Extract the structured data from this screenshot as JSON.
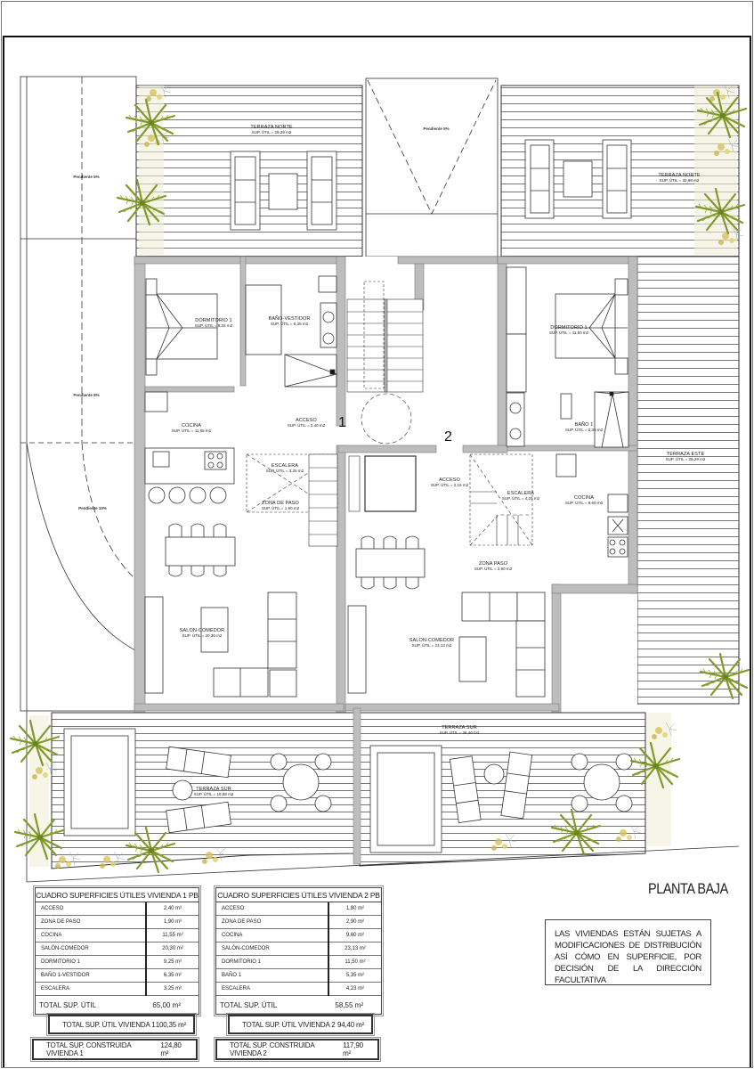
{
  "plan": {
    "title": "PLANTA BAJA",
    "note": "LAS VIVIENDAS ESTÁN SUJETAS A MODIFICACIONES DE DISTRIBUCIÓN ASÍ CÓMO EN SUPERFICIE, POR DECISIÓN DE LA DIRECCIÓN FACULTATIVA",
    "unit_markers": [
      "1",
      "2"
    ],
    "slopes": [
      "Pendiente 5%",
      "Pendiente 8%",
      "Pendiente 10%",
      "Pendiente 5%"
    ],
    "colors": {
      "wall": "#bdbdbd",
      "line": "#333333",
      "vegetation": "#7f9a2a",
      "flower": "#d8c25a"
    }
  },
  "rooms": {
    "v1_terraza_norte": {
      "name": "TERRAZA NORTE",
      "area": "SUP. ÚTIL = 29,29 m2"
    },
    "v2_terraza_norte": {
      "name": "TERRAZA NORTE",
      "area": "SUP. ÚTIL = 32,98 m2"
    },
    "v1_dormitorio": {
      "name": "DORMITORIO 1",
      "area": "SUP. ÚTIL = 9,25 m2"
    },
    "v1_bano": {
      "name": "BAÑO-VESTIDOR",
      "area": "SUP. ÚTIL = 6,35 m2"
    },
    "v1_cocina": {
      "name": "COCINA",
      "area": "SUP. ÚTIL = 11,55 m2"
    },
    "v1_acceso": {
      "name": "ACCESO",
      "area": "SUP. ÚTIL = 2,40 m2"
    },
    "v1_escalera": {
      "name": "ESCALERA",
      "area": "SUP. ÚTIL = 3,25 m2"
    },
    "v1_zona_paso": {
      "name": "ZONA DE PASO",
      "area": "SUP. ÚTIL = 1,90 m2"
    },
    "v1_salon": {
      "name": "SALON-COMEDOR",
      "area": "SUP. ÚTIL = 20,30 m2"
    },
    "v1_terraza_sur": {
      "name": "TERRAZA SUR",
      "area": "SUP. ÚTIL = 19,88 m2"
    },
    "v2_dormitorio": {
      "name": "DORMITORIO 1",
      "area": "SUP. ÚTIL = 11,50 m2"
    },
    "v2_bano": {
      "name": "BAÑO 1",
      "area": "SUP. ÚTIL = 5,35 m2"
    },
    "v2_acceso": {
      "name": "ACCESO",
      "area": "SUP. ÚTIL = 2,15 m2"
    },
    "v2_escalera": {
      "name": "ESCALERA",
      "area": "SUP. ÚTIL = 4,25 m2"
    },
    "v2_cocina": {
      "name": "COCINA",
      "area": "SUP. ÚTIL = 9,60 m2"
    },
    "v2_zona_paso": {
      "name": "ZONA PASO",
      "area": "SUP. ÚTIL = 2,90 m2"
    },
    "v2_salon": {
      "name": "SALON-COMEDOR",
      "area": "SUP. ÚTIL = 23,13 m2"
    },
    "v2_terraza_sur": {
      "name": "TERRAZA SUR",
      "area": "SUP. ÚTIL = 36,40 m2"
    },
    "v2_terraza_este": {
      "name": "TERRAZA ESTE",
      "area": "SUP. ÚTIL = 29,29 m2"
    }
  },
  "tables": {
    "v1": {
      "title": "CUADRO SUPERFICIES ÚTILES VIVIENDA 1 PB",
      "rows": [
        {
          "name": "ACCESO",
          "value": "2,40 m²"
        },
        {
          "name": "ZONA DE PASO",
          "value": "1,90 m²"
        },
        {
          "name": "COCINA",
          "value": "11,55 m²"
        },
        {
          "name": "SALÓN-COMEDOR",
          "value": "20,30 m²"
        },
        {
          "name": "DORMITORIO 1",
          "value": "9,25 m²"
        },
        {
          "name": "BAÑO 1-VESTIDOR",
          "value": "6,35 m²"
        },
        {
          "name": "ESCALERA",
          "value": "3,25 m²"
        }
      ],
      "total_label": "TOTAL SUP. ÚTIL",
      "total_value": "65,00 m²",
      "util_label": "TOTAL SUP. ÚTIL VIVIENDA 1",
      "util_value": "100,35 m²",
      "construida_label": "TOTAL SUP. CONSTRUIDA VIVIENDA 1",
      "construida_value": "124,80 m²"
    },
    "v2": {
      "title": "CUADRO SUPERFICIES ÚTILES VIVIENDA 2 PB",
      "rows": [
        {
          "name": "ACCESO",
          "value": "1,80 m²"
        },
        {
          "name": "ZONA DE PASO",
          "value": "2,90 m²"
        },
        {
          "name": "COCINA",
          "value": "9,60 m²"
        },
        {
          "name": "SALÓN-COMEDOR",
          "value": "23,13 m²"
        },
        {
          "name": "DORMITORIO 1",
          "value": "11,50 m²"
        },
        {
          "name": "BAÑO 1",
          "value": "5,35 m²"
        },
        {
          "name": "ESCALERA",
          "value": "4,23 m²"
        }
      ],
      "total_label": "TOTAL SUP. ÚTIL",
      "total_value": "58,55 m²",
      "util_label": "TOTAL SUP. ÚTIL VIVIENDA 2",
      "util_value": "94,40 m²",
      "construida_label": "TOTAL SUP. CONSTRUIDA VIVIENDA 2",
      "construida_value": "117,90 m²"
    }
  }
}
